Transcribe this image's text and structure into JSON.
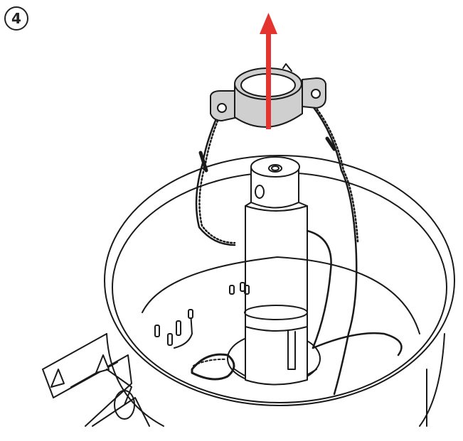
{
  "step": {
    "number": "4"
  },
  "colors": {
    "arrow": "#e3342f",
    "clamp": "#cfcfcf",
    "line": "#1a1a1a",
    "background": "#ffffff"
  },
  "instruction_arrow": {
    "direction": "up",
    "meaning": "lift-clamp-off"
  },
  "icons": [
    "step-number-icon",
    "lift-arrow-icon",
    "pipe-clamp-icon",
    "safety-cable-icon",
    "center-post-icon",
    "lamp-housing-icon"
  ]
}
